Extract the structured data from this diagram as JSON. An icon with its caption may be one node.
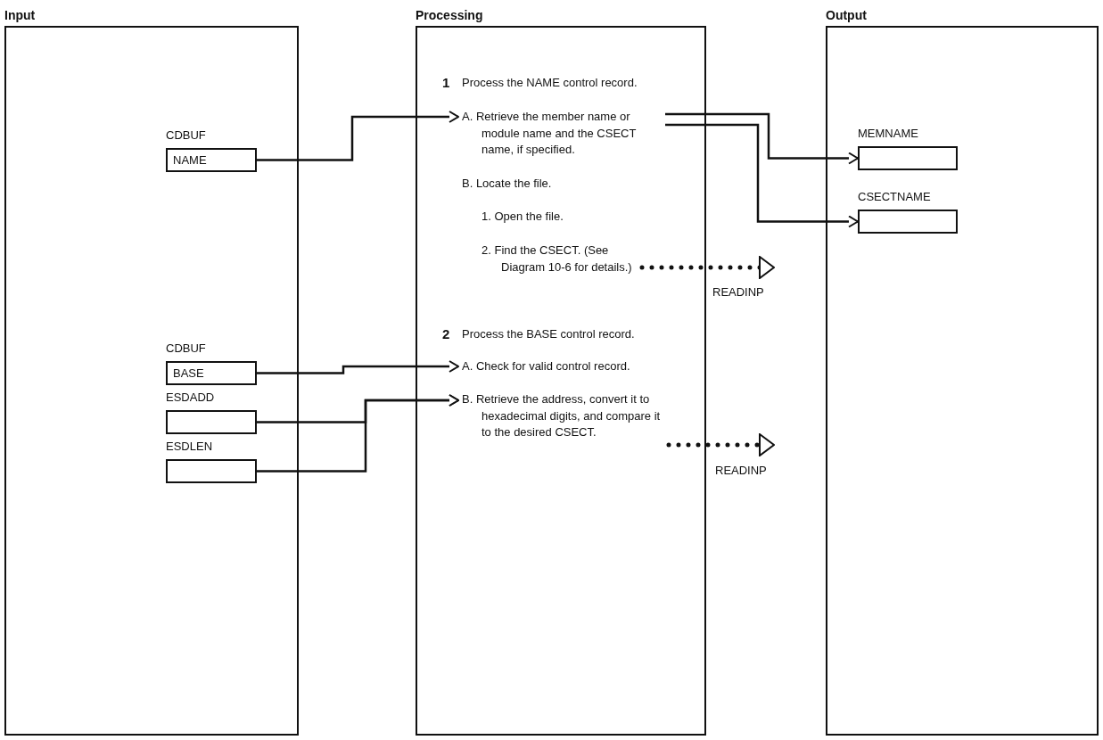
{
  "diagram": {
    "nodes": [
      {
        "text": [
          "Input"
        ]
      },
      {
        "text": [
          "CDBUF",
          "NAME"
        ],
        "in": 0
      },
      {
        "text": [
          "CDBUF",
          "BASE"
        ],
        "in": 0
      },
      {
        "text": [
          "ESDADD"
        ],
        "in": 0
      },
      {
        "text": [
          "ESDLEN"
        ],
        "in": 0
      },
      {
        "text": [
          "Processing"
        ]
      },
      {
        "text": [
          "1",
          "Process the NAME control record."
        ],
        "in": 5
      },
      {
        "text": [
          "A. Retrieve the member name or module name and the CSECT name, if specified."
        ],
        "in": 5
      },
      {
        "text": [
          "B. Locate the file."
        ],
        "in": 5
      },
      {
        "text": [
          "1. Open the file."
        ],
        "in": 5
      },
      {
        "text": [
          "2. Find the CSECT. (See Diagram 10-6 for details.)"
        ],
        "in": 5
      },
      {
        "text": [
          "2",
          "Process the BASE control record."
        ],
        "in": 5
      },
      {
        "text": [
          "A. Check for valid control record."
        ],
        "in": 5
      },
      {
        "text": [
          "B. Retrieve the address, convert it to hexadecimal digits, and compare it to the desired CSECT."
        ],
        "in": 5
      },
      {
        "text": [
          "Output"
        ]
      },
      {
        "text": [
          "MEMNAME"
        ],
        "in": 14
      },
      {
        "text": [
          "CSECTNAME"
        ],
        "in": 14
      }
    ],
    "edges": [
      {
        "from": 1,
        "to": 7,
        "arrow": "to"
      },
      {
        "from": 7,
        "to": 15,
        "arrow": "to"
      },
      {
        "from": 7,
        "to": 16,
        "arrow": "to"
      },
      {
        "from": 10,
        "to": null,
        "arrow": "to",
        "label": "READINP",
        "style": "dashed"
      },
      {
        "from": 2,
        "to": 12,
        "arrow": "to"
      },
      {
        "from": 3,
        "to": 13,
        "arrow": "to"
      },
      {
        "from": 4,
        "to": 13,
        "arrow": "to"
      },
      {
        "from": 13,
        "to": null,
        "arrow": "to",
        "label": "READINP",
        "style": "dashed"
      }
    ]
  }
}
